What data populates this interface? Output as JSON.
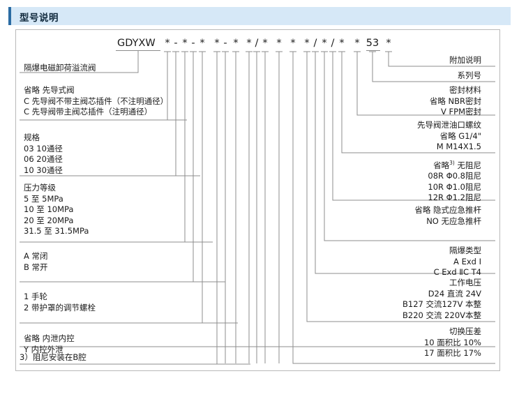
{
  "header": {
    "title": "型号说明",
    "bar_color": "#d6e8f7",
    "accent_color": "#2b6ca3"
  },
  "model": {
    "base": "GDYXW",
    "tokens": [
      "*",
      "-",
      "*",
      "-",
      "*",
      "*",
      "-",
      "*",
      "*",
      "/",
      "*",
      "*",
      "*",
      "*",
      "/",
      "*",
      "/",
      "*",
      "*",
      "53",
      "*"
    ],
    "series_code": "53"
  },
  "left_blocks": [
    {
      "name": "product-name",
      "lines": [
        "隔爆电磁卸荷溢流阀"
      ]
    },
    {
      "name": "pilot-valve-type",
      "lines": [
        "省略  先导式阀",
        "C  先导阀不带主阀芯插件（不注明通径）",
        "C  先导阀带主阀芯插件（注明通径）"
      ]
    },
    {
      "name": "size-spec",
      "lines": [
        "规格",
        "03   10通径",
        "06   20通径",
        "10   30通径"
      ]
    },
    {
      "name": "pressure-rating",
      "lines": [
        "压力等级",
        "5      至  5MPa",
        "10    至 10MPa",
        "20    至 20MPa",
        "31.5 至 31.5MPa"
      ]
    },
    {
      "name": "normal-state",
      "lines": [
        "A    常闭",
        "B    常开"
      ]
    },
    {
      "name": "adjust-type",
      "lines": [
        "1   手轮",
        "2   带护罩的调节螺栓"
      ]
    },
    {
      "name": "drain-control",
      "lines": [
        "省略   内泄内控",
        "Y        内控外泄"
      ]
    }
  ],
  "footnote": "3）阻尼安装在B腔",
  "right_blocks": [
    {
      "name": "extra-note",
      "lines": [
        "附加说明"
      ]
    },
    {
      "name": "series-number",
      "lines": [
        "系列号"
      ]
    },
    {
      "name": "seal-material",
      "lines": [
        "密封材料",
        "省略   NBR密封",
        "V      FPM密封"
      ]
    },
    {
      "name": "pilot-drain-thread",
      "lines": [
        "先导阀泄油口螺纹",
        "省略     G1/4\"",
        "M    M14X1.5"
      ]
    },
    {
      "name": "damping-orifice",
      "lines": [
        "省略3)     无阻尼",
        "08R  Φ0.8阻尼",
        "10R  Φ1.0阻尼",
        "12R  Φ1.2阻尼"
      ]
    },
    {
      "name": "emergency-push-rod",
      "lines": [
        "省略     隐式应急推杆",
        "NO       无应急推杆"
      ]
    },
    {
      "name": "explosion-proof-type",
      "lines": [
        "隔爆类型",
        "A           Exd Ⅰ",
        "C   Exd ⅡC T4"
      ]
    },
    {
      "name": "working-voltage",
      "lines": [
        "工作电压",
        "D24          直流 24V",
        "B127   交流127V 本整",
        "B220   交流 220V本整"
      ]
    },
    {
      "name": "switching-differential",
      "lines": [
        "切换压差",
        "10     面积比  10%",
        "17     面积比  17%"
      ]
    }
  ]
}
